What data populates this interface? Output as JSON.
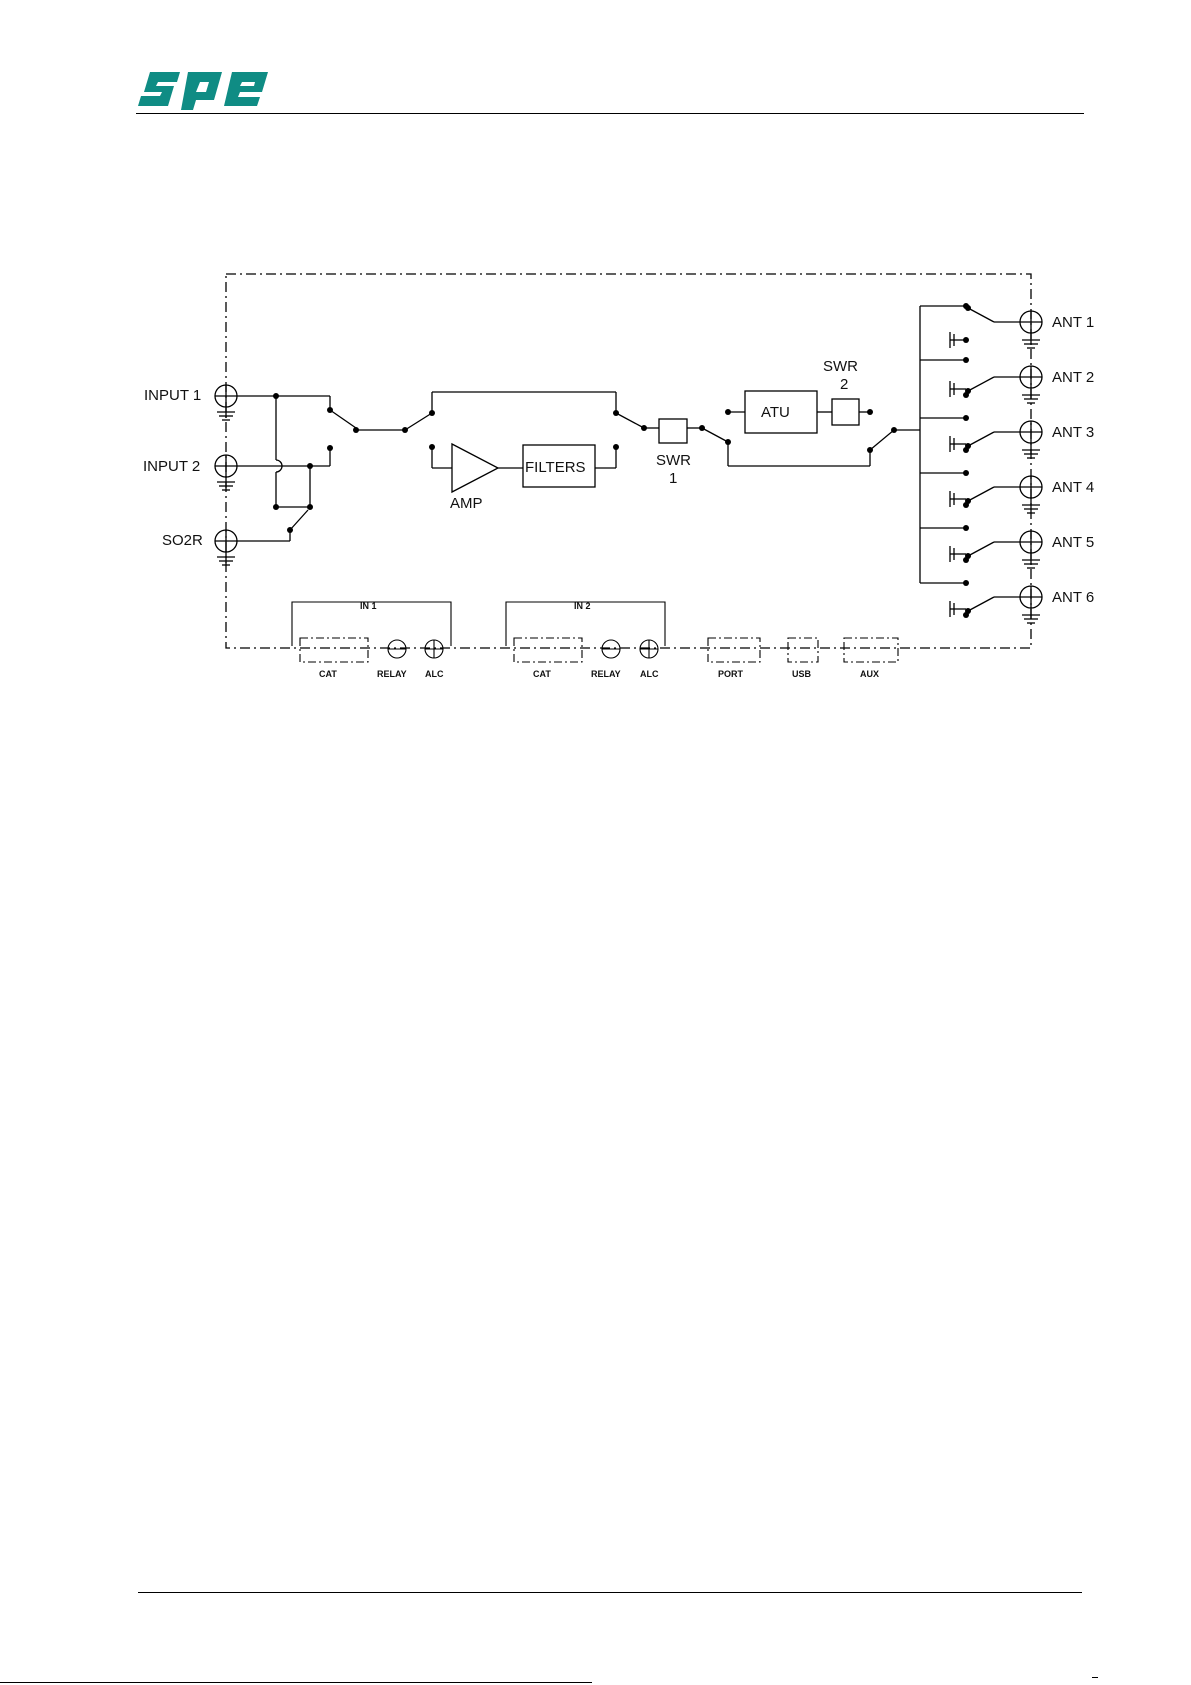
{
  "brand": {
    "logo_text": "spe",
    "color": "#0f8c84"
  },
  "diagram": {
    "inputs": [
      "INPUT 1",
      "INPUT 2",
      "SO2R"
    ],
    "blocks": {
      "amp": "AMP",
      "filters": "FILTERS",
      "atu": "ATU",
      "swr1_a": "SWR",
      "swr1_b": "1",
      "swr2_a": "SWR",
      "swr2_b": "2"
    },
    "antennas": [
      "ANT 1",
      "ANT 2",
      "ANT 3",
      "ANT 4",
      "ANT 5",
      "ANT 6"
    ],
    "ports": {
      "in1_label": "IN 1",
      "in2_label": "IN 2",
      "in1": [
        "CAT",
        "RELAY",
        "ALC"
      ],
      "in2": [
        "CAT",
        "RELAY",
        "ALC"
      ],
      "other": [
        "PORT",
        "USB",
        "AUX"
      ]
    }
  }
}
